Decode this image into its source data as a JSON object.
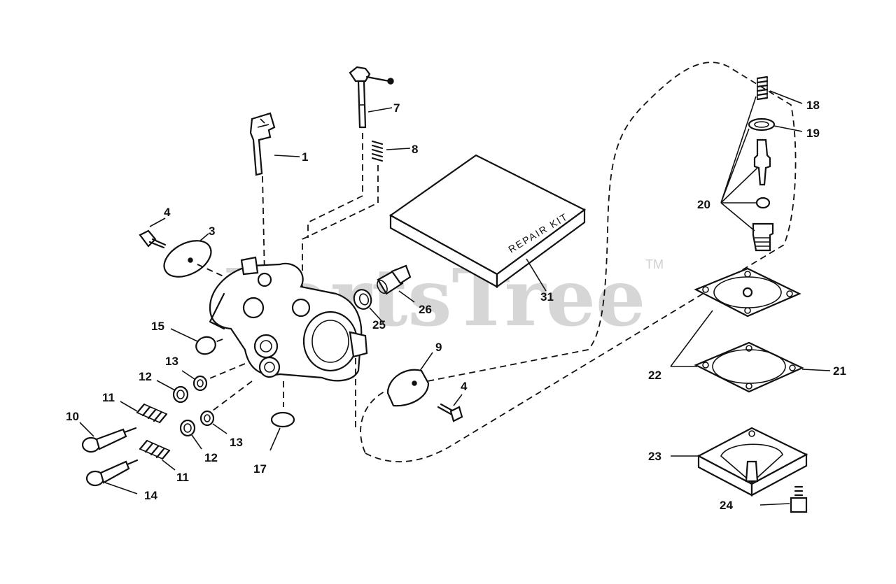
{
  "watermark": {
    "text": "PartsTree",
    "trademark": "TM"
  },
  "repair_kit_text": "REPAIR KIT",
  "callouts": {
    "c1": "1",
    "c3": "3",
    "c4a": "4",
    "c4b": "4",
    "c7": "7",
    "c8": "8",
    "c9": "9",
    "c10": "10",
    "c11a": "11",
    "c11b": "11",
    "c12a": "12",
    "c12b": "12",
    "c13a": "13",
    "c13b": "13",
    "c14": "14",
    "c15": "15",
    "c17": "17",
    "c18": "18",
    "c19": "19",
    "c20": "20",
    "c21": "21",
    "c22": "22",
    "c23": "23",
    "c24": "24",
    "c25": "25",
    "c26": "26",
    "c31": "31"
  }
}
